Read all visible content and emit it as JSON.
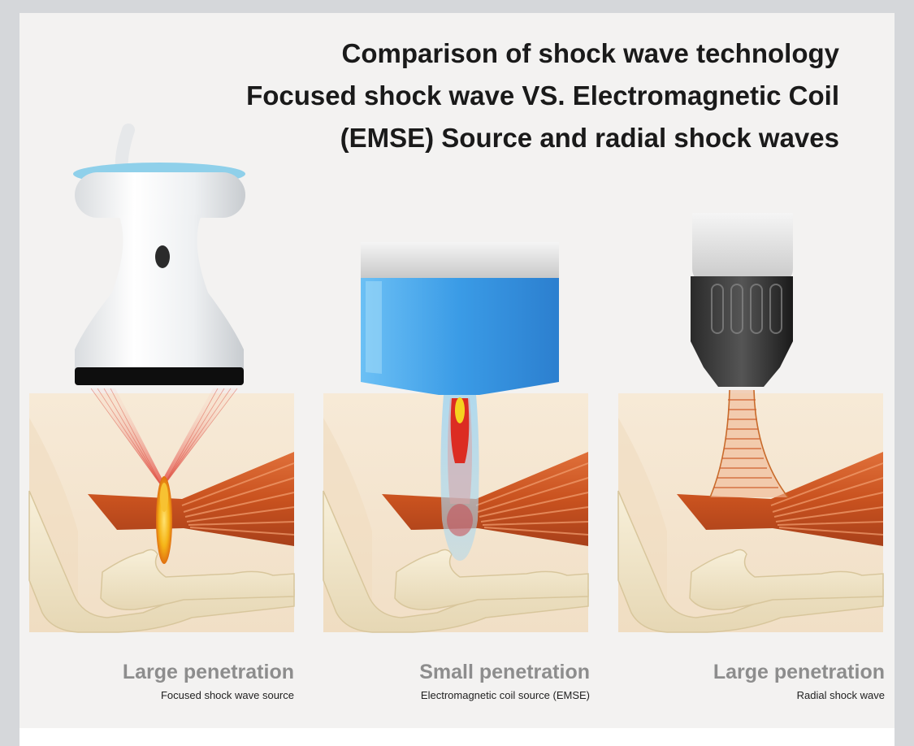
{
  "title": {
    "line1": "Comparison of shock wave technology",
    "line2": "Focused shock wave VS. Electromagnetic Coil",
    "line3": "(EMSE) Source and radial shock waves"
  },
  "panels": [
    {
      "heading": "Large penetration",
      "subtitle": "Focused shock wave source"
    },
    {
      "heading": "Small penetration",
      "subtitle": "Electromagnetic coil source (EMSE)"
    },
    {
      "heading": "Large penetration",
      "subtitle": "Radial shock wave"
    }
  ],
  "colors": {
    "muscle": "#c9521f",
    "bone": "#efe4c8",
    "focus_red": "#d82a20",
    "focus_yellow": "#f5c518",
    "gel_blue": "#3a9be6"
  }
}
